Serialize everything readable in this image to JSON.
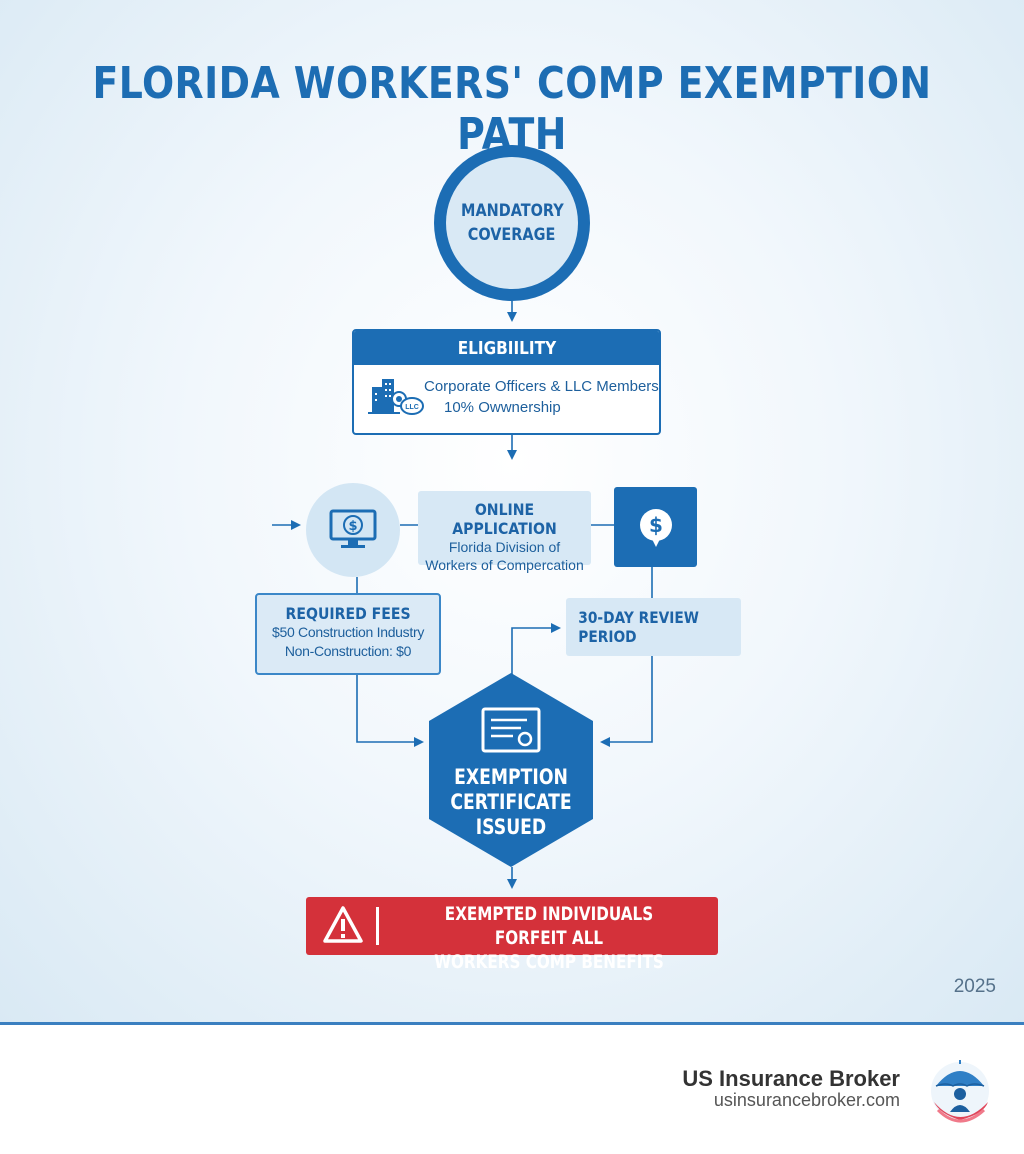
{
  "title": "FLORIDA WORKERS' COMP EXEMPTION PATH",
  "start": {
    "line1": "MANDATORY",
    "line2": "COVERAGE"
  },
  "eligibility": {
    "heading": "ELIGBIILITY",
    "icon": "buildings-llc-icon",
    "line1": "Corporate Officers & LLC Members",
    "line2": "10% Owwnership",
    "icon_label": "LLC"
  },
  "online": {
    "icon": "monitor-dollar-icon",
    "title": "ONLINE APPLICATION",
    "line1": "Florida Division of",
    "line2": "Workers of Compercation"
  },
  "payment_icon": "dollar-icon",
  "fees": {
    "title": "REQUIRED FEES",
    "line1": "$50 Construction Industry",
    "line2": "Non-Construction: $0"
  },
  "review": {
    "label": "30-DAY REVIEW PERIOD"
  },
  "certificate": {
    "icon": "certificate-icon",
    "line1": "EXEMPTION",
    "line2": "CERTIFICATE",
    "line3": "ISSUED"
  },
  "warning": {
    "icon": "warning-icon",
    "line1": "EXEMPTED INDIVIDUALS FORFEIT ALL",
    "line2": "WORKERS COMP BENEFITS"
  },
  "year": "2025",
  "footer": {
    "brand": "US Insurance Broker",
    "url": "usinsurancebroker.com",
    "logo": "umbrella-person-logo"
  },
  "colors": {
    "primary": "#1c6db4",
    "light_panel": "#d7e8f5",
    "warning": "#d4313a",
    "text_dark": "#333333"
  }
}
